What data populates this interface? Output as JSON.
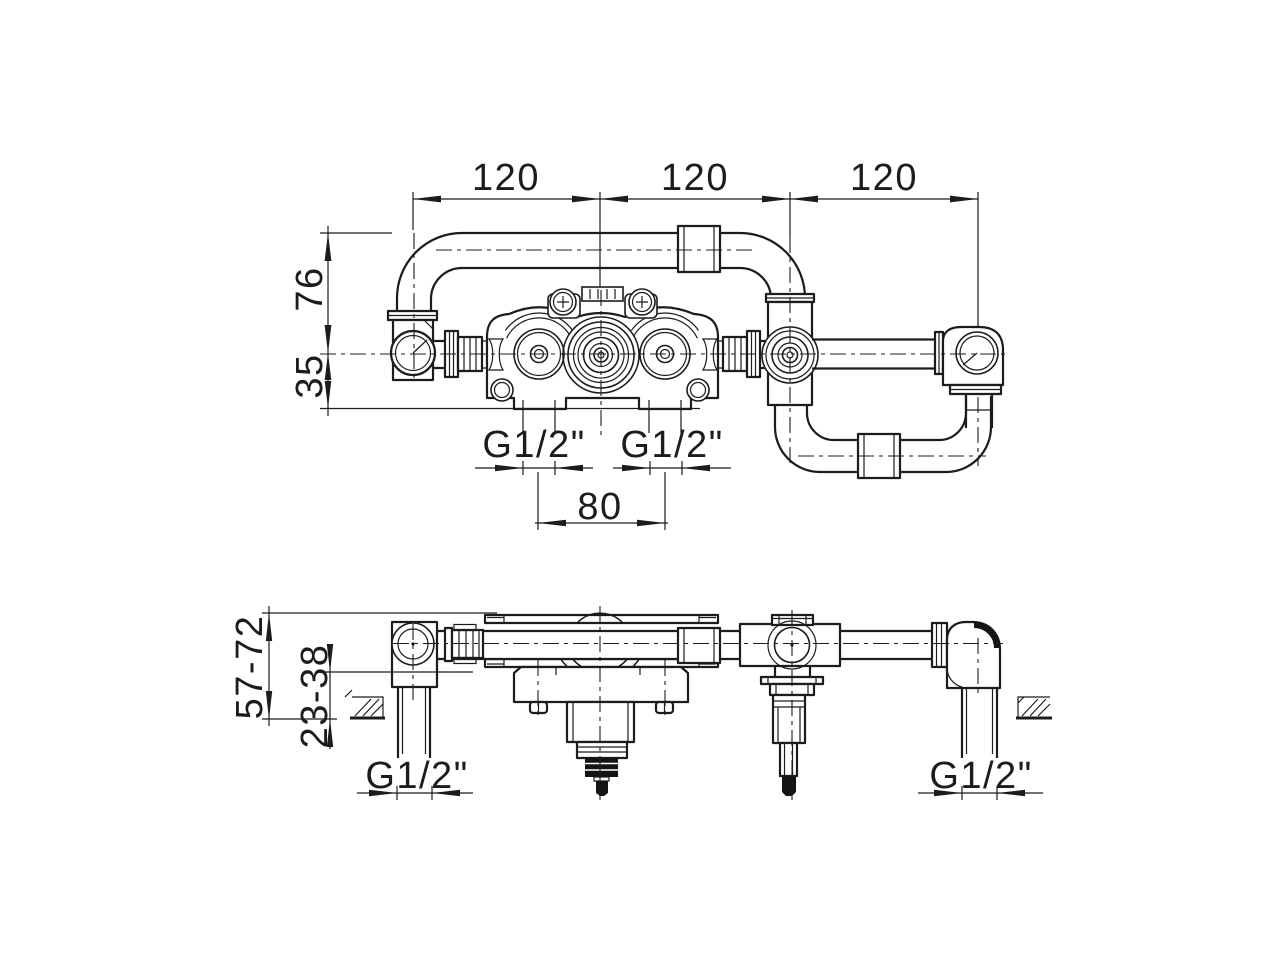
{
  "drawing": {
    "type": "technical-dimension-drawing",
    "paper_color": "#ffffff",
    "ink_color": "#1c1c1c",
    "front_view": {
      "dim_spans": [
        {
          "label": "120"
        },
        {
          "label": "120"
        },
        {
          "label": "120"
        }
      ],
      "dim_height_upper": {
        "label": "76"
      },
      "dim_height_lower": {
        "label": "35"
      },
      "thread_left": {
        "label": "G1/2\""
      },
      "thread_right": {
        "label": "G1/2\""
      },
      "dim_port_spacing": {
        "label": "80"
      }
    },
    "side_view": {
      "dim_depth_total": {
        "label": "57-72"
      },
      "dim_depth_body": {
        "label": "23-38"
      },
      "thread_left": {
        "label": "G1/2\""
      },
      "thread_right": {
        "label": "G1/2\""
      }
    }
  }
}
